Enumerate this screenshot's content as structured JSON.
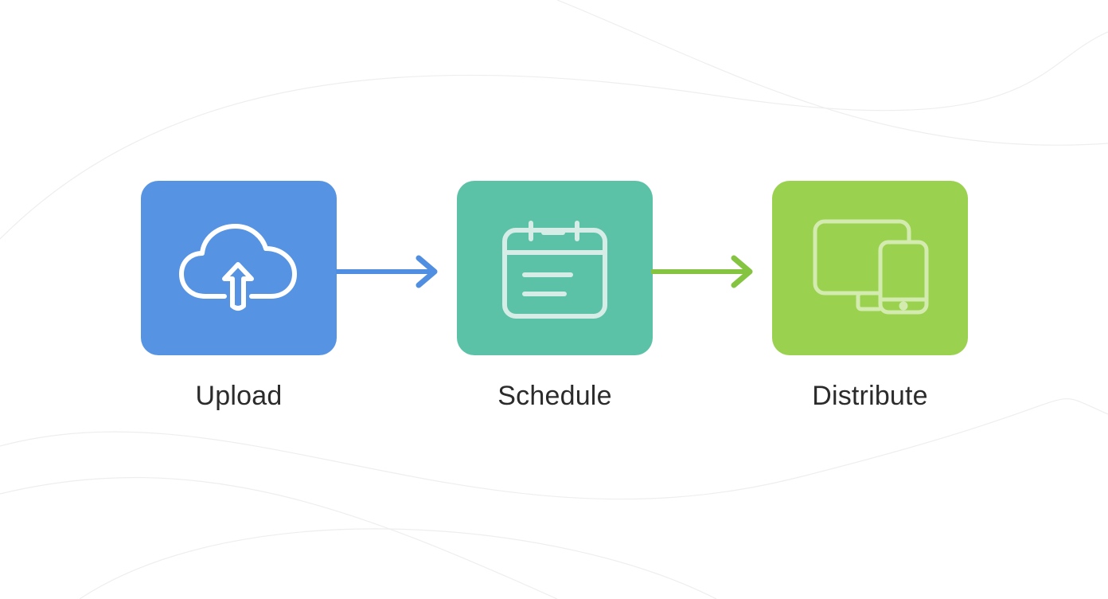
{
  "steps": [
    {
      "label": "Upload",
      "icon": "cloud-upload-icon",
      "color": "#5694E3"
    },
    {
      "label": "Schedule",
      "icon": "calendar-icon",
      "color": "#5BC2A8"
    },
    {
      "label": "Distribute",
      "icon": "devices-icon",
      "color": "#9AD14F"
    }
  ],
  "arrows": [
    {
      "from": "Upload",
      "to": "Schedule",
      "color": "#4F8EE0"
    },
    {
      "from": "Schedule",
      "to": "Distribute",
      "color": "#84C441"
    }
  ]
}
